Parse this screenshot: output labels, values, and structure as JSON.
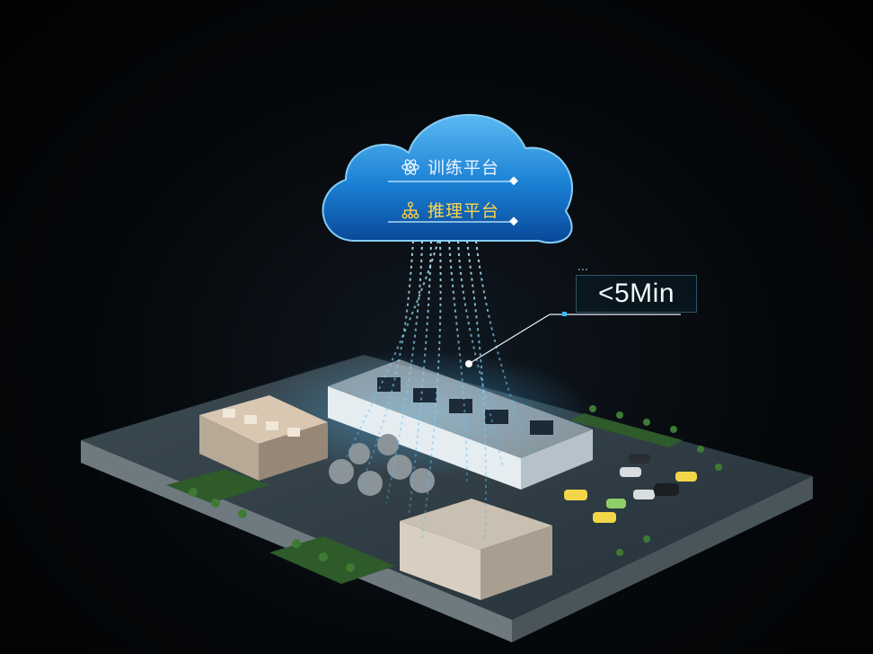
{
  "cloud": {
    "train_label": "训练平台",
    "infer_label": "推理平台",
    "train_icon": "atom-icon",
    "infer_icon": "network-hierarchy-icon",
    "train_color": "#e9f3ff",
    "infer_color": "#ffd54a"
  },
  "callout": {
    "text": "<5Min"
  },
  "colors": {
    "background": "#020305",
    "cloud_blue": "#1e8ee6",
    "beam": "#8fdcff",
    "ground": "#5a6a72",
    "car_yellow": "#f3d54a"
  }
}
